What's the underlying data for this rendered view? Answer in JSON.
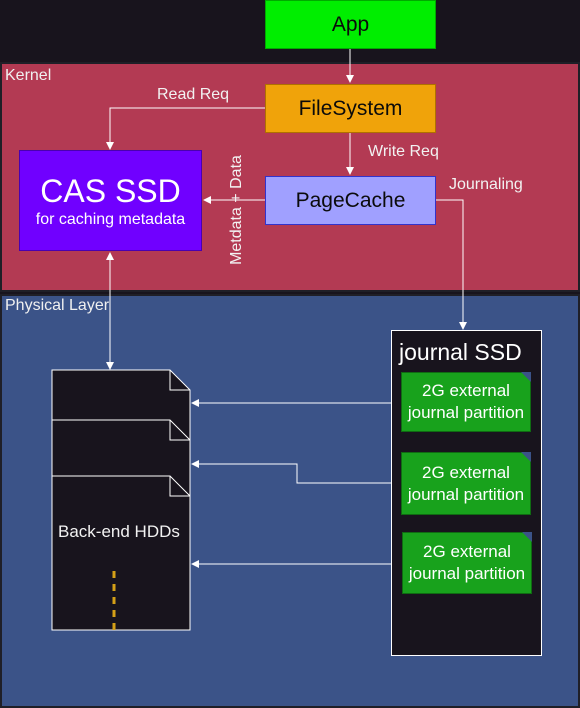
{
  "colors": {
    "background": "#18141d",
    "kernel": "#b33a53",
    "physical": "#3b5388",
    "app": "#00ee00",
    "filesystem": "#f0a30a",
    "pagecache": "#a0a0ff",
    "cas_ssd": "#7000ff",
    "journal_partition": "#18a21c",
    "dashed": "#d4a017"
  },
  "app": {
    "label": "App"
  },
  "kernel": {
    "label": "Kernel",
    "filesystem_label": "FileSystem",
    "pagecache_label": "PageCache",
    "cas_ssd_title": "CAS SSD",
    "cas_ssd_subtitle": "for caching metadata",
    "read_req": "Read Req",
    "write_req": "Write Req",
    "journaling": "Journaling",
    "metadata_data": "Metdata + Data"
  },
  "physical": {
    "label": "Physical Layer",
    "hdd_label": "Back-end HDDs",
    "journal_ssd_label": "journal SSD",
    "partitions": [
      {
        "label": "2G external journal partition"
      },
      {
        "label": "2G external journal partition"
      },
      {
        "label": "2G external journal partition"
      }
    ]
  }
}
